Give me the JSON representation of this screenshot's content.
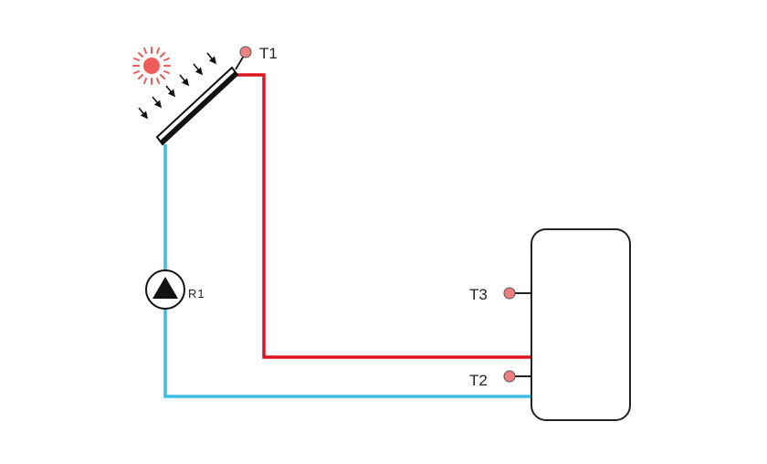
{
  "diagram": {
    "type": "solar-thermal-schematic",
    "labels": {
      "t1": "T1",
      "t2": "T2",
      "t3": "T3",
      "r1": "R1"
    },
    "components": {
      "sun": "sun-icon",
      "collector": "solar-collector",
      "pump": "circulation-pump-icon",
      "tank": "storage-tank",
      "sensor": "temperature-sensor"
    },
    "colors": {
      "hot_pipe": "#e0141e",
      "cold_pipe": "#3bbde4",
      "sensor_fill": "#ee8080",
      "sun": "#f05a5a",
      "outline": "#222222"
    }
  }
}
